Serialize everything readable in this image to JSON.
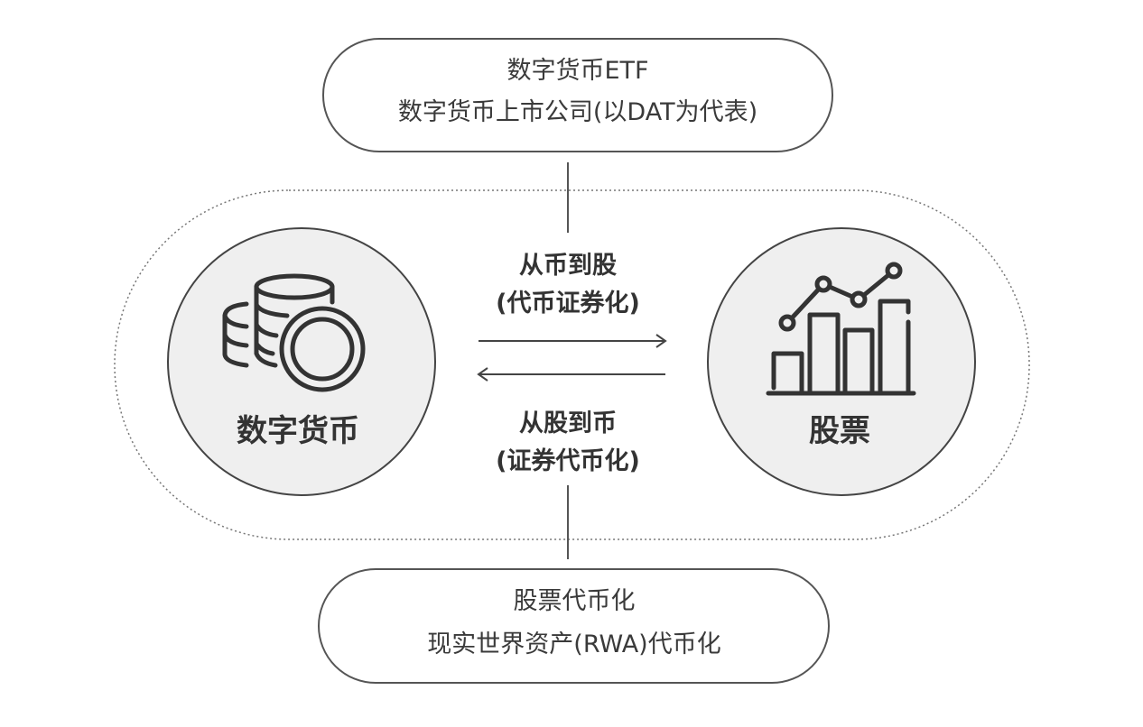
{
  "top_box": {
    "line1": "数字货币ETF",
    "line2": "数字货币上市公司(以DAT为代表)"
  },
  "bottom_box": {
    "line1": "股票代币化",
    "line2": "现实世界资产(RWA)代币化"
  },
  "left_node": {
    "label": "数字货币",
    "icon": "coin-stack-icon"
  },
  "right_node": {
    "label": "股票",
    "icon": "bar-line-chart-icon"
  },
  "arrow_right": {
    "title": "从币到股",
    "subtitle": "(代币证券化)"
  },
  "arrow_left": {
    "title": "从股到币",
    "subtitle": "(证券代币化)"
  },
  "colors": {
    "line": "#444444",
    "circle_fill": "#efefef",
    "text": "#333333"
  }
}
